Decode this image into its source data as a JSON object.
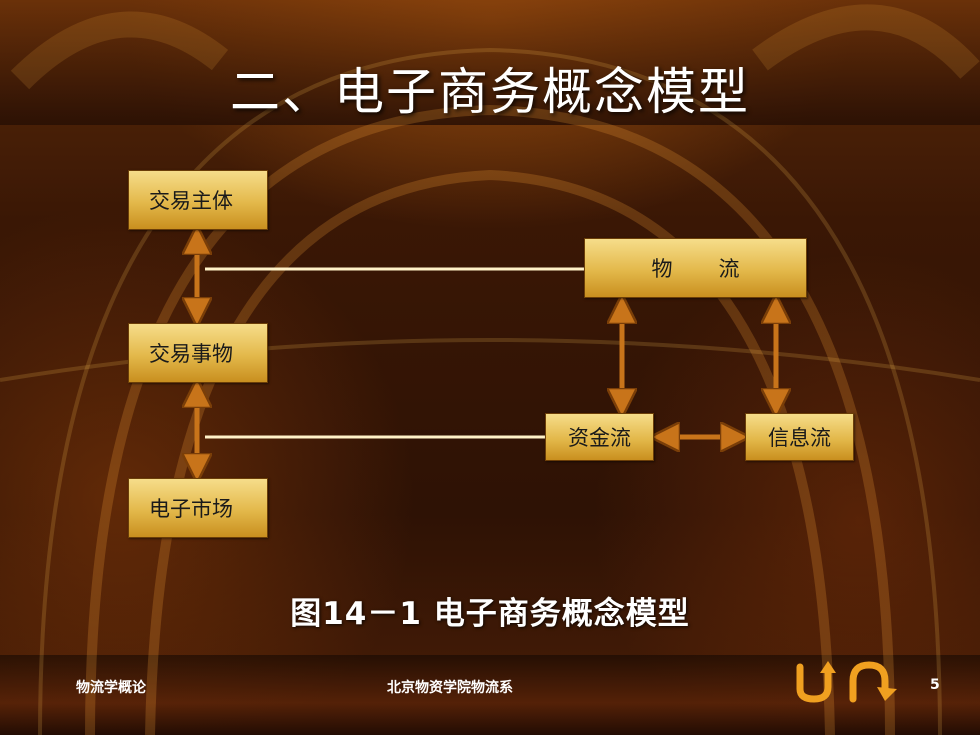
{
  "slide": {
    "title": "二、电子商务概念模型",
    "caption": "图14－1 电子商务概念模型",
    "page_number": "5"
  },
  "diagram": {
    "left_column": [
      "交易主体",
      "交易事物",
      "电子市场"
    ],
    "logistics_part1": "物",
    "logistics_part2": "流",
    "capital_flow": "资金流",
    "information_flow": "信息流"
  },
  "footer": {
    "course": "物流学概论",
    "department": "北京物资学院物流系"
  },
  "colors": {
    "box_fill": "#e3b84a",
    "arrow": "#c8741a",
    "connector_line": "#fff2c8",
    "text": "#ffffff"
  },
  "icons": [
    "back-arrow-icon",
    "forward-arrow-icon"
  ]
}
